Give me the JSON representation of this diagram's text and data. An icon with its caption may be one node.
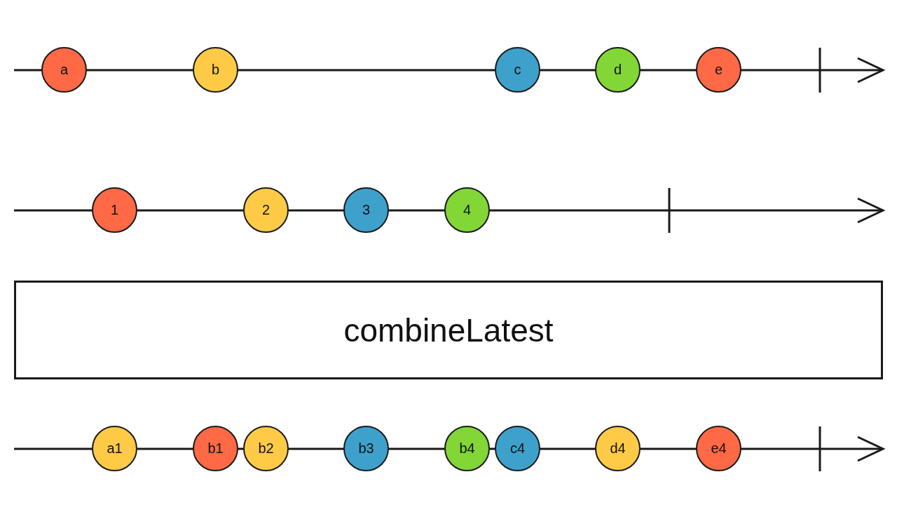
{
  "diagram": {
    "nodes": [
      {
        "text": [
          "a"
        ]
      },
      {
        "text": [
          "b"
        ]
      },
      {
        "text": [
          "c"
        ]
      },
      {
        "text": [
          "d"
        ]
      },
      {
        "text": [
          "e"
        ]
      },
      {
        "text": [
          "1"
        ]
      },
      {
        "text": [
          "2"
        ]
      },
      {
        "text": [
          "3"
        ]
      },
      {
        "text": [
          "4"
        ]
      },
      {
        "text": [
          "combineLatest"
        ]
      },
      {
        "text": [
          "a1"
        ]
      },
      {
        "text": [
          "b1"
        ]
      },
      {
        "text": [
          "b2"
        ]
      },
      {
        "text": [
          "b3"
        ]
      },
      {
        "text": [
          "b4"
        ]
      },
      {
        "text": [
          "c4"
        ]
      },
      {
        "text": [
          "d4"
        ]
      },
      {
        "text": [
          "e4"
        ]
      }
    ]
  }
}
